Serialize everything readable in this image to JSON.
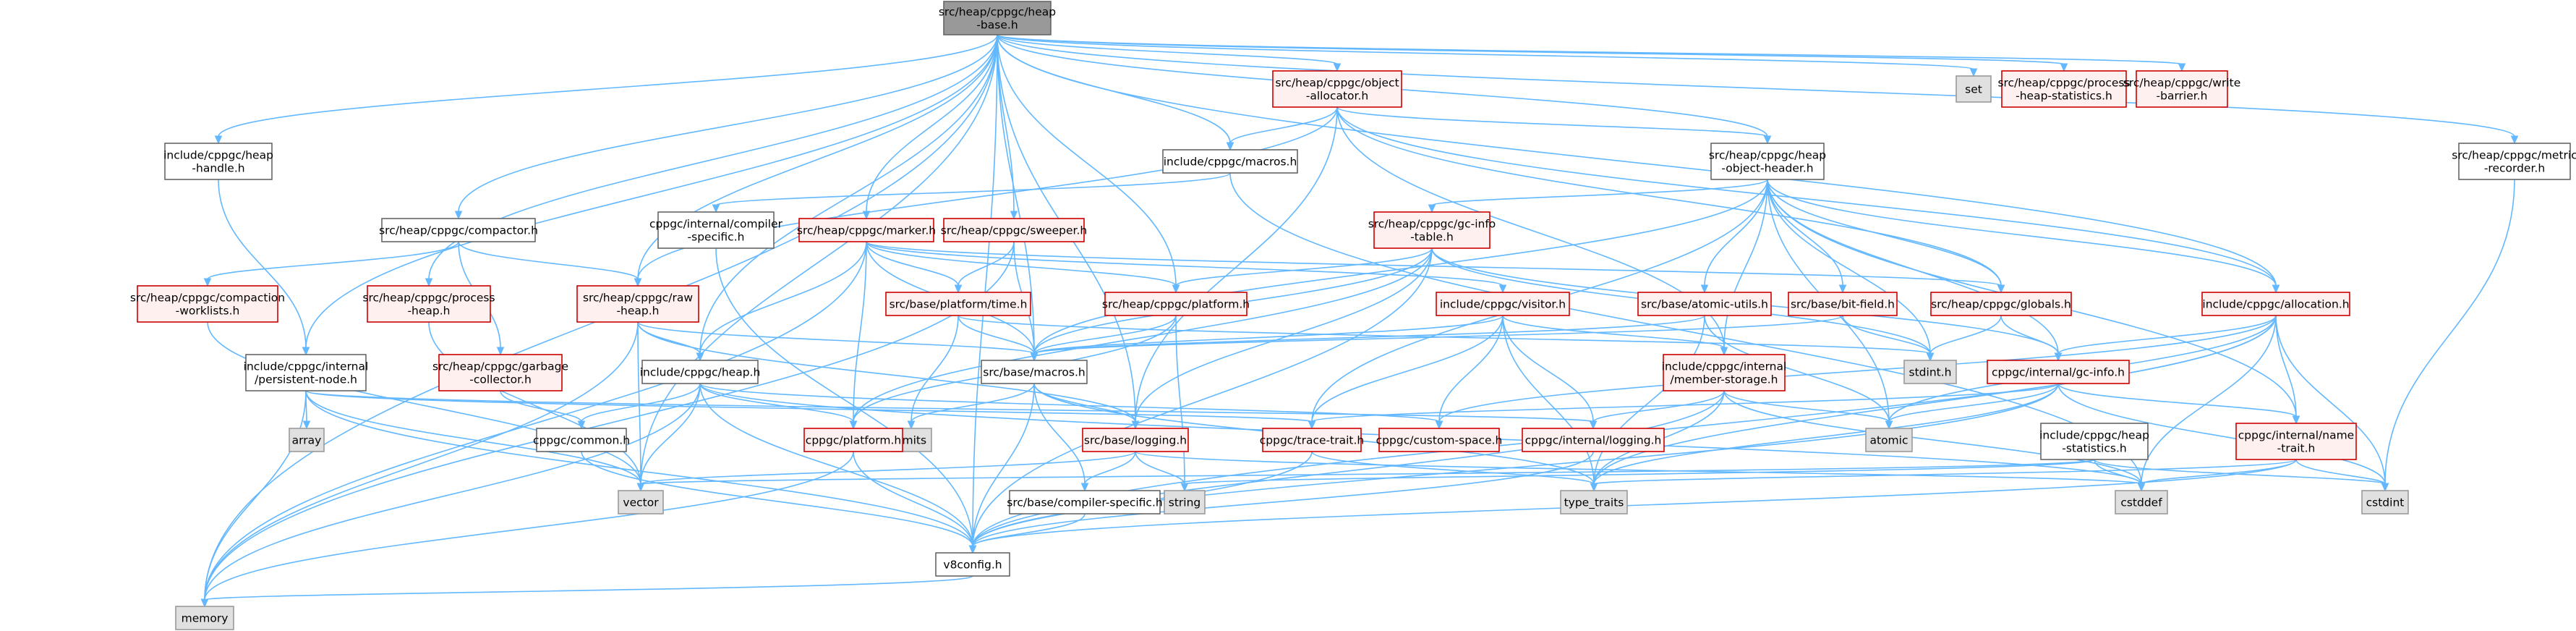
{
  "colors": {
    "edge": "#63b8ff",
    "root_fill": "#999999",
    "root_stroke": "#666666",
    "normal_fill": "#ffffff",
    "normal_stroke": "#666666",
    "red_fill": "#fff0f0",
    "red_stroke": "#cc0000",
    "system_fill": "#e0e0e0",
    "system_stroke": "#999999"
  },
  "nodes": [
    {
      "id": "root",
      "label": [
        "src/heap/cppgc/heap",
        "-base.h"
      ],
      "style": "root"
    },
    {
      "id": "set",
      "label": [
        "set"
      ],
      "style": "system"
    },
    {
      "id": "phs",
      "label": [
        "src/heap/cppgc/process",
        "-heap-statistics.h"
      ],
      "style": "red"
    },
    {
      "id": "wb",
      "label": [
        "src/heap/cppgc/write",
        "-barrier.h"
      ],
      "style": "red"
    },
    {
      "id": "oalloc",
      "label": [
        "src/heap/cppgc/object",
        "-allocator.h"
      ],
      "style": "red"
    },
    {
      "id": "hhandle",
      "label": [
        "include/cppgc/heap",
        "-handle.h"
      ],
      "style": "normal"
    },
    {
      "id": "imacros",
      "label": [
        "include/cppgc/macros.h"
      ],
      "style": "normal"
    },
    {
      "id": "hoh",
      "label": [
        "src/heap/cppgc/heap",
        "-object-header.h"
      ],
      "style": "normal"
    },
    {
      "id": "metric",
      "label": [
        "src/heap/cppgc/metric",
        "-recorder.h"
      ],
      "style": "normal"
    },
    {
      "id": "compactor",
      "label": [
        "src/heap/cppgc/compactor.h"
      ],
      "style": "normal"
    },
    {
      "id": "compspec",
      "label": [
        "cppgc/internal/compiler",
        "-specific.h"
      ],
      "style": "normal"
    },
    {
      "id": "marker",
      "label": [
        "src/heap/cppgc/marker.h"
      ],
      "style": "red"
    },
    {
      "id": "sweeper",
      "label": [
        "src/heap/cppgc/sweeper.h"
      ],
      "style": "red"
    },
    {
      "id": "gcinfotable",
      "label": [
        "src/heap/cppgc/gc-info",
        "-table.h"
      ],
      "style": "red"
    },
    {
      "id": "compwl",
      "label": [
        "src/heap/cppgc/compaction",
        "-worklists.h"
      ],
      "style": "red"
    },
    {
      "id": "prochheap",
      "label": [
        "src/heap/cppgc/process",
        "-heap.h"
      ],
      "style": "red"
    },
    {
      "id": "rawheap",
      "label": [
        "src/heap/cppgc/raw",
        "-heap.h"
      ],
      "style": "red"
    },
    {
      "id": "ptime",
      "label": [
        "src/base/platform/time.h"
      ],
      "style": "red"
    },
    {
      "id": "hplatform",
      "label": [
        "src/heap/cppgc/platform.h"
      ],
      "style": "red"
    },
    {
      "id": "visitor",
      "label": [
        "include/cppgc/visitor.h"
      ],
      "style": "red"
    },
    {
      "id": "atomicutils",
      "label": [
        "src/base/atomic-utils.h"
      ],
      "style": "red"
    },
    {
      "id": "bitfield",
      "label": [
        "src/base/bit-field.h"
      ],
      "style": "red"
    },
    {
      "id": "globals",
      "label": [
        "src/heap/cppgc/globals.h"
      ],
      "style": "red"
    },
    {
      "id": "allocation",
      "label": [
        "include/cppgc/allocation.h"
      ],
      "style": "red"
    },
    {
      "id": "gccollector",
      "label": [
        "src/heap/cppgc/garbage",
        "-collector.h"
      ],
      "style": "red"
    },
    {
      "id": "pnode",
      "label": [
        "include/cppgc/internal",
        "/persistent-node.h"
      ],
      "style": "normal"
    },
    {
      "id": "iheap",
      "label": [
        "include/cppgc/heap.h"
      ],
      "style": "normal"
    },
    {
      "id": "bmacros",
      "label": [
        "src/base/macros.h"
      ],
      "style": "normal"
    },
    {
      "id": "stdint",
      "label": [
        "stdint.h"
      ],
      "style": "system"
    },
    {
      "id": "memstorage",
      "label": [
        "include/cppgc/internal",
        "/member-storage.h"
      ],
      "style": "red"
    },
    {
      "id": "gcinfo",
      "label": [
        "cppgc/internal/gc-info.h"
      ],
      "style": "red"
    },
    {
      "id": "array",
      "label": [
        "array"
      ],
      "style": "system"
    },
    {
      "id": "common",
      "label": [
        "cppgc/common.h"
      ],
      "style": "normal"
    },
    {
      "id": "limits",
      "label": [
        "limits"
      ],
      "style": "system"
    },
    {
      "id": "cplatform",
      "label": [
        "cppgc/platform.h"
      ],
      "style": "red"
    },
    {
      "id": "blogging",
      "label": [
        "src/base/logging.h"
      ],
      "style": "red"
    },
    {
      "id": "tracetrait",
      "label": [
        "cppgc/trace-trait.h"
      ],
      "style": "red"
    },
    {
      "id": "customspace",
      "label": [
        "cppgc/custom-space.h"
      ],
      "style": "red"
    },
    {
      "id": "ilogging",
      "label": [
        "cppgc/internal/logging.h"
      ],
      "style": "red"
    },
    {
      "id": "atomic",
      "label": [
        "atomic"
      ],
      "style": "system"
    },
    {
      "id": "hstats",
      "label": [
        "include/cppgc/heap",
        "-statistics.h"
      ],
      "style": "normal"
    },
    {
      "id": "nametrait",
      "label": [
        "cppgc/internal/name",
        "-trait.h"
      ],
      "style": "red"
    },
    {
      "id": "vector",
      "label": [
        "vector"
      ],
      "style": "system"
    },
    {
      "id": "string",
      "label": [
        "string"
      ],
      "style": "system"
    },
    {
      "id": "bcompspec",
      "label": [
        "src/base/compiler-specific.h"
      ],
      "style": "normal"
    },
    {
      "id": "typetraits",
      "label": [
        "type_traits"
      ],
      "style": "system"
    },
    {
      "id": "cstddef",
      "label": [
        "cstddef"
      ],
      "style": "system"
    },
    {
      "id": "cstdint",
      "label": [
        "cstdint"
      ],
      "style": "system"
    },
    {
      "id": "v8config",
      "label": [
        "v8config.h"
      ],
      "style": "normal"
    },
    {
      "id": "memory",
      "label": [
        "memory"
      ],
      "style": "system"
    }
  ],
  "edges": [
    [
      "root",
      "set"
    ],
    [
      "root",
      "phs"
    ],
    [
      "root",
      "wb"
    ],
    [
      "root",
      "oalloc"
    ],
    [
      "root",
      "hhandle"
    ],
    [
      "root",
      "imacros"
    ],
    [
      "root",
      "hoh"
    ],
    [
      "root",
      "metric"
    ],
    [
      "root",
      "compactor"
    ],
    [
      "root",
      "marker"
    ],
    [
      "root",
      "sweeper"
    ],
    [
      "root",
      "prochheap"
    ],
    [
      "root",
      "rawheap"
    ],
    [
      "root",
      "hplatform"
    ],
    [
      "root",
      "pnode"
    ],
    [
      "root",
      "iheap"
    ],
    [
      "root",
      "bmacros"
    ],
    [
      "root",
      "allocation"
    ],
    [
      "root",
      "memory"
    ],
    [
      "root",
      "v8config"
    ],
    [
      "root",
      "vector"
    ],
    [
      "root",
      "blogging"
    ],
    [
      "oalloc",
      "imacros"
    ],
    [
      "oalloc",
      "hoh"
    ],
    [
      "oalloc",
      "rawheap"
    ],
    [
      "oalloc",
      "globals"
    ],
    [
      "oalloc",
      "allocation"
    ],
    [
      "oalloc",
      "blogging"
    ],
    [
      "oalloc",
      "memstorage"
    ],
    [
      "hhandle",
      "pnode"
    ],
    [
      "imacros",
      "compspec"
    ],
    [
      "imacros",
      "cstddef"
    ],
    [
      "hoh",
      "gcinfotable"
    ],
    [
      "hoh",
      "atomicutils"
    ],
    [
      "hoh",
      "bitfield"
    ],
    [
      "hoh",
      "globals"
    ],
    [
      "hoh",
      "allocation"
    ],
    [
      "hoh",
      "gcinfo"
    ],
    [
      "hoh",
      "memstorage"
    ],
    [
      "hoh",
      "stdint"
    ],
    [
      "hoh",
      "bmacros"
    ],
    [
      "hoh",
      "atomic"
    ],
    [
      "hoh",
      "nametrait"
    ],
    [
      "hoh",
      "tracetrait"
    ],
    [
      "metric",
      "cstdint"
    ],
    [
      "compactor",
      "compwl"
    ],
    [
      "compactor",
      "rawheap"
    ],
    [
      "compactor",
      "gccollector"
    ],
    [
      "compspec",
      "v8config"
    ],
    [
      "marker",
      "ptime"
    ],
    [
      "marker",
      "hplatform"
    ],
    [
      "marker",
      "visitor"
    ],
    [
      "marker",
      "globals"
    ],
    [
      "marker",
      "iheap"
    ],
    [
      "marker",
      "bmacros"
    ],
    [
      "marker",
      "memory"
    ],
    [
      "marker",
      "cplatform"
    ],
    [
      "sweeper",
      "ptime"
    ],
    [
      "sweeper",
      "bmacros"
    ],
    [
      "sweeper",
      "memory"
    ],
    [
      "gcinfotable",
      "hplatform"
    ],
    [
      "gcinfotable",
      "bmacros"
    ],
    [
      "gcinfotable",
      "gcinfo"
    ],
    [
      "gcinfotable",
      "stdint"
    ],
    [
      "gcinfotable",
      "cplatform"
    ],
    [
      "gcinfotable",
      "blogging"
    ],
    [
      "gcinfotable",
      "v8config"
    ],
    [
      "compwl",
      "vector"
    ],
    [
      "prochheap",
      "vector"
    ],
    [
      "rawheap",
      "iheap"
    ],
    [
      "rawheap",
      "bmacros"
    ],
    [
      "rawheap",
      "memory"
    ],
    [
      "rawheap",
      "vector"
    ],
    [
      "rawheap",
      "blogging"
    ],
    [
      "ptime",
      "bmacros"
    ],
    [
      "ptime",
      "limits"
    ],
    [
      "ptime",
      "stdint"
    ],
    [
      "hplatform",
      "bmacros"
    ],
    [
      "hplatform",
      "cplatform"
    ],
    [
      "hplatform",
      "string"
    ],
    [
      "visitor",
      "memstorage"
    ],
    [
      "visitor",
      "tracetrait"
    ],
    [
      "visitor",
      "customspace"
    ],
    [
      "visitor",
      "ilogging"
    ],
    [
      "visitor",
      "typetraits"
    ],
    [
      "visitor",
      "bmacros"
    ],
    [
      "atomicutils",
      "bmacros"
    ],
    [
      "atomicutils",
      "atomic"
    ],
    [
      "atomicutils",
      "typetraits"
    ],
    [
      "bitfield",
      "stdint"
    ],
    [
      "bitfield",
      "bmacros"
    ],
    [
      "globals",
      "gcinfo"
    ],
    [
      "globals",
      "stdint"
    ],
    [
      "allocation",
      "gcinfo"
    ],
    [
      "allocation",
      "customspace"
    ],
    [
      "allocation",
      "atomic"
    ],
    [
      "allocation",
      "cstddef"
    ],
    [
      "allocation",
      "cstdint"
    ],
    [
      "allocation",
      "typetraits"
    ],
    [
      "allocation",
      "v8config"
    ],
    [
      "allocation",
      "nametrait"
    ],
    [
      "gccollector",
      "common"
    ],
    [
      "pnode",
      "array"
    ],
    [
      "pnode",
      "memory"
    ],
    [
      "pnode",
      "vector"
    ],
    [
      "pnode",
      "v8config"
    ],
    [
      "pnode",
      "ilogging"
    ],
    [
      "pnode",
      "tracetrait"
    ],
    [
      "iheap",
      "common"
    ],
    [
      "iheap",
      "cplatform"
    ],
    [
      "iheap",
      "customspace"
    ],
    [
      "iheap",
      "vector"
    ],
    [
      "iheap",
      "memory"
    ],
    [
      "iheap",
      "v8config"
    ],
    [
      "iheap",
      "cstddef"
    ],
    [
      "bmacros",
      "limits"
    ],
    [
      "bmacros",
      "blogging"
    ],
    [
      "bmacros",
      "bcompspec"
    ],
    [
      "bmacros",
      "typetraits"
    ],
    [
      "bmacros",
      "v8config"
    ],
    [
      "memstorage",
      "atomic"
    ],
    [
      "memstorage",
      "ilogging"
    ],
    [
      "memstorage",
      "typetraits"
    ],
    [
      "memstorage",
      "cstddef"
    ],
    [
      "memstorage",
      "v8config"
    ],
    [
      "gcinfo",
      "atomic"
    ],
    [
      "gcinfo",
      "cstdint"
    ],
    [
      "gcinfo",
      "typetraits"
    ],
    [
      "gcinfo",
      "nametrait"
    ],
    [
      "gcinfo",
      "v8config"
    ],
    [
      "gcinfo",
      "tracetrait"
    ],
    [
      "common",
      "v8config"
    ],
    [
      "cplatform",
      "memory"
    ],
    [
      "cplatform",
      "v8config"
    ],
    [
      "blogging",
      "bcompspec"
    ],
    [
      "blogging",
      "string"
    ],
    [
      "blogging",
      "vector"
    ],
    [
      "blogging",
      "cstddef"
    ],
    [
      "tracetrait",
      "typetraits"
    ],
    [
      "tracetrait",
      "v8config"
    ],
    [
      "ilogging",
      "v8config"
    ],
    [
      "hstats",
      "vector"
    ],
    [
      "hstats",
      "string"
    ],
    [
      "hstats",
      "cstddef"
    ],
    [
      "hstats",
      "cstdint"
    ],
    [
      "nametrait",
      "cstddef"
    ],
    [
      "nametrait",
      "cstdint"
    ],
    [
      "nametrait",
      "typetraits"
    ],
    [
      "nametrait",
      "v8config"
    ],
    [
      "bcompspec",
      "v8config"
    ],
    [
      "v8config",
      "memory"
    ]
  ]
}
